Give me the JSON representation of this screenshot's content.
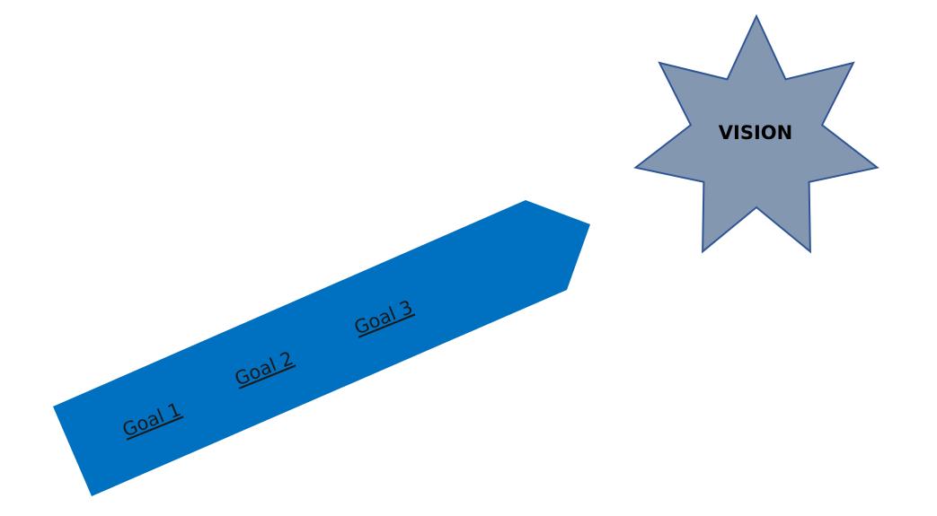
{
  "colors": {
    "arrow_fill": "#0070c0",
    "star_fill": "#8497b0",
    "star_stroke": "#2f5597",
    "goal_text": "#1a1a1a",
    "vision_text": "#000000"
  },
  "arrow": {
    "goals": [
      {
        "label": "Goal 1"
      },
      {
        "label": "Goal 2"
      },
      {
        "label": "Goal 3"
      }
    ]
  },
  "vision": {
    "label": "VISION"
  }
}
